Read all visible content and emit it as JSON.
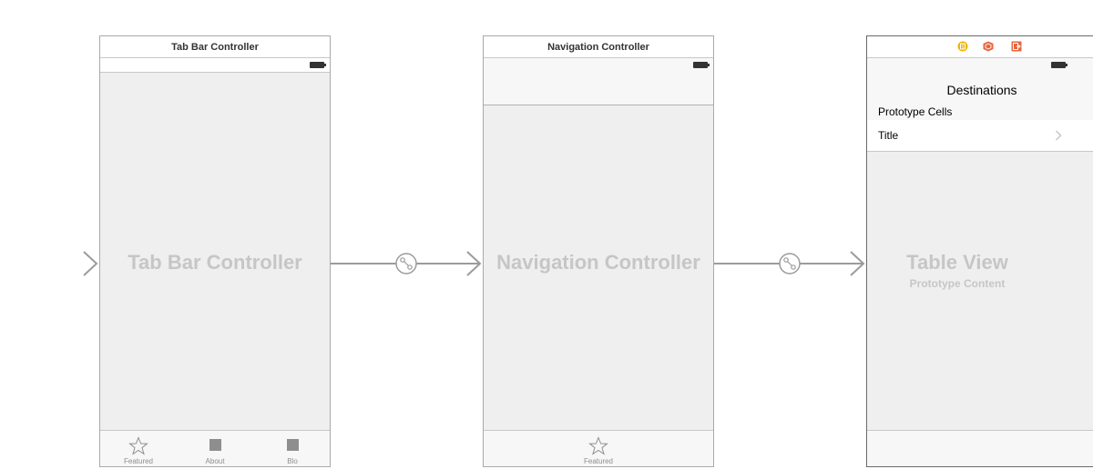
{
  "scenes": {
    "tab_bar_controller": {
      "title": "Tab Bar Controller",
      "placeholder": "Tab Bar Controller",
      "tabs": [
        {
          "label": "Featured",
          "icon": "star-icon"
        },
        {
          "label": "About",
          "icon": "square-icon"
        },
        {
          "label": "Blo",
          "icon": "square-icon"
        }
      ]
    },
    "navigation_controller": {
      "title": "Navigation Controller",
      "placeholder": "Navigation Controller",
      "tabs": [
        {
          "label": "Featured",
          "icon": "star-icon"
        }
      ]
    },
    "table_view_controller": {
      "nav_title": "Destinations",
      "section_header": "Prototype Cells",
      "cell_title": "Title",
      "placeholder": "Table View",
      "placeholder_sub": "Prototype Content",
      "dock_icons": [
        "view-controller-icon",
        "first-responder-icon",
        "exit-icon"
      ]
    }
  },
  "colors": {
    "placeholder_text": "#c6c6c6",
    "segue_line": "#9b9b9b",
    "frame_border": "#a9a9a9",
    "dock_icon_yellow": "#f0b400",
    "dock_icon_orange": "#e8643c"
  }
}
